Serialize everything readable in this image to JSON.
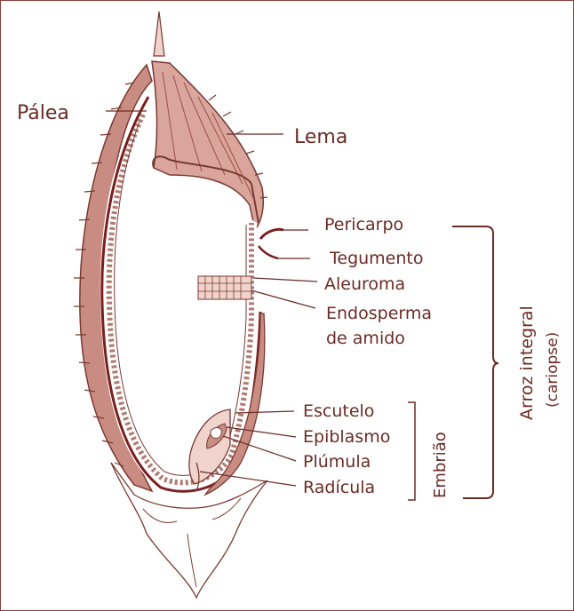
{
  "colors": {
    "ink": "#6b2b26",
    "line": "#7a3a33",
    "fill": "#d9a59c",
    "fill_light": "#efd3cc",
    "border": "#8a3f3f"
  },
  "labels": {
    "palea": "Pálea",
    "lema": "Lema",
    "pericarpo": "Pericarpo",
    "tegumento": "Tegumento",
    "aleuroma": "Aleuroma",
    "endosperma_1": "Endosperma",
    "endosperma_2": "de amido",
    "escutelo": "Escutelo",
    "epiblasmo": "Epiblasmo",
    "plumula": "Plúmula",
    "radicula": "Radícula"
  },
  "groups": {
    "embriao": "Embrião",
    "arroz_integral": "Arroz integral",
    "cariopse": "(cariopse)"
  }
}
